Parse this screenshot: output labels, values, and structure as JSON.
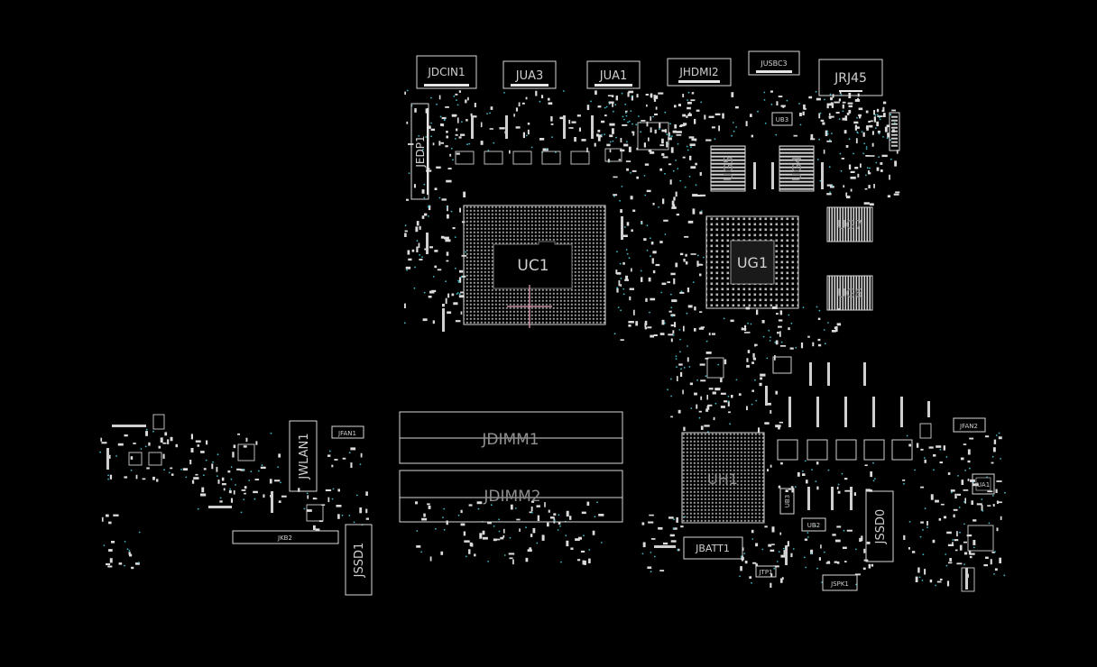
{
  "diagram": {
    "title": "",
    "background": "#000000",
    "colors": {
      "outline": "#d8d8d8",
      "label": "#cfcfcf",
      "via": "#3fb7c3",
      "marker": "#e3a1b8"
    },
    "components": {
      "JDCIN1": "JDCIN1",
      "JUA3": "JUA3",
      "JUA1": "JUA1",
      "JHDMI2": "JHDMI2",
      "JUSBC3": "JUSBC3",
      "JRJ45": "JRJ45",
      "JEDP1": "JEDP1",
      "UB3_top": "UB3",
      "UG5": "UG5",
      "UG4": "UG4",
      "UG7": "UG7",
      "UG6": "UG6",
      "UC1": "UC1",
      "UG1": "UG1",
      "JDIMM1": "JDIMM1",
      "JDIMM2": "JDIMM2",
      "UH1": "UH1",
      "UB3_bottom": "UB3",
      "UB2": "UB2",
      "JSSD0": "JSSD0",
      "JBATT1": "JBATT1",
      "JFAN1": "JFAN1",
      "JFAN2": "JFAN2",
      "JWLAN1": "JWLAN1",
      "JKB2": "JKB2",
      "JSSD1": "JSSD1",
      "JSPK1": "JSPK1",
      "JTP1": "JTP1",
      "UA1": "UA1"
    }
  }
}
